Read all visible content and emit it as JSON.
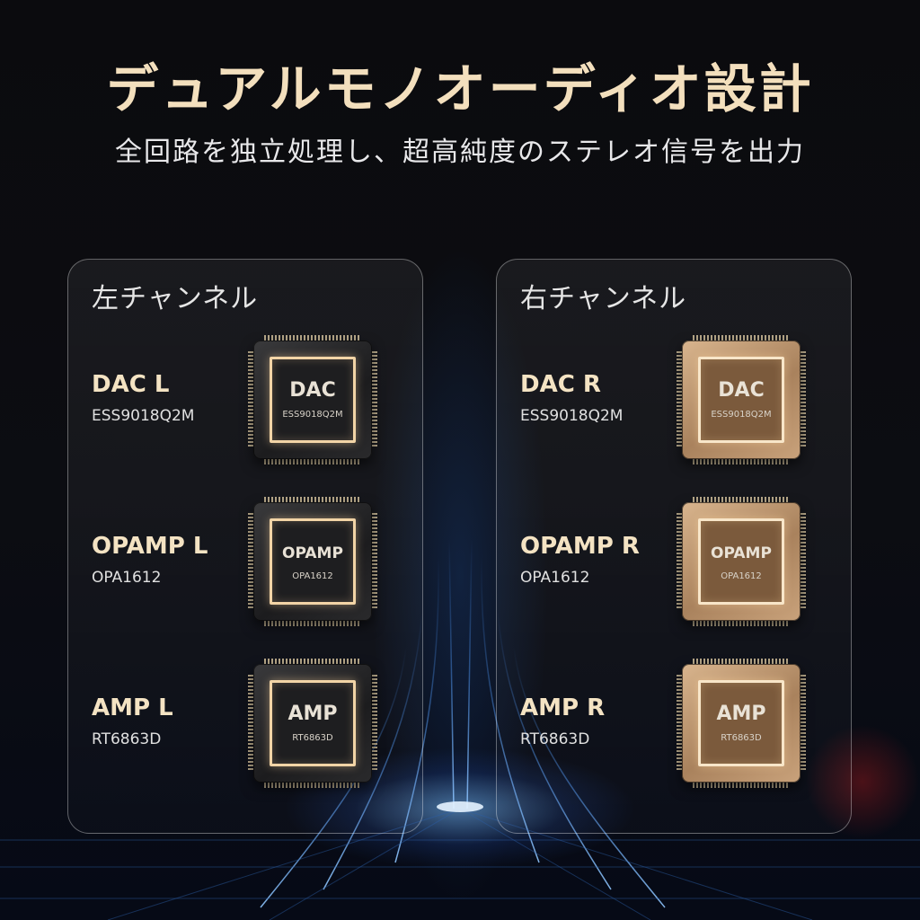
{
  "title": "デュアルモノオーディオ設計",
  "subtitle": "全回路を独立処理し、超高純度のステレオ信号を出力",
  "panels": [
    {
      "title": "左チャンネル",
      "chip_style": "dark",
      "rows": [
        {
          "name": "DAC L",
          "part": "ESS9018Q2M",
          "chip_label": "DAC",
          "chip_part": "ESS9018Q2M"
        },
        {
          "name": "OPAMP L",
          "part": "OPA1612",
          "chip_label": "OPAMP",
          "chip_part": "OPA1612"
        },
        {
          "name": "AMP L",
          "part": "RT6863D",
          "chip_label": "AMP",
          "chip_part": "RT6863D"
        }
      ]
    },
    {
      "title": "右チャンネル",
      "chip_style": "gold",
      "rows": [
        {
          "name": "DAC R",
          "part": "ESS9018Q2M",
          "chip_label": "DAC",
          "chip_part": "ESS9018Q2M"
        },
        {
          "name": "OPAMP R",
          "part": "OPA1612",
          "chip_label": "OPAMP",
          "chip_part": "OPA1612"
        },
        {
          "name": "AMP R",
          "part": "RT6863D",
          "chip_label": "AMP",
          "chip_part": "RT6863D"
        }
      ]
    }
  ],
  "colors": {
    "title": "#f3dfbd",
    "label": "#f4e3c3",
    "chip_dark": "#2a2a2c",
    "chip_gold": "#c9a27b",
    "glow": "#3a7bd5"
  },
  "icons": [
    "dac-chip-icon",
    "opamp-chip-icon",
    "amp-chip-icon"
  ]
}
